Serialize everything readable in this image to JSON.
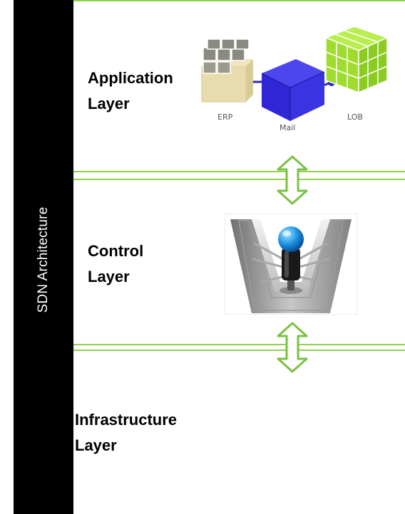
{
  "sidebar": {
    "title": "SDN Architecture"
  },
  "layers": [
    {
      "line1": "Application",
      "line2": "Layer"
    },
    {
      "line1": "Control",
      "line2": "Layer"
    },
    {
      "line1": "Infrastructure",
      "line2": "Layer"
    }
  ],
  "applications": [
    {
      "label": "ERP",
      "color": "#e8dcae"
    },
    {
      "label": "Mail",
      "color": "#3a2ee0"
    },
    {
      "label": "LOB",
      "color": "#a6e63a"
    }
  ],
  "colors": {
    "divider": "#92d050",
    "sidebar": "#000000",
    "arrow_stroke": "#7ac143"
  },
  "icons": {
    "controller": "joystick-controller-icon",
    "arrows": "double-arrow-icon"
  }
}
